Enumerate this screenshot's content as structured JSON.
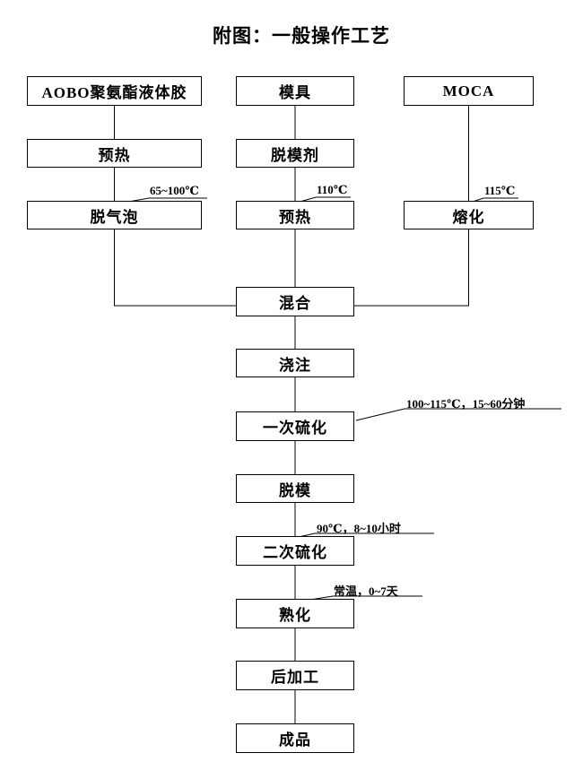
{
  "title": "附图：一般操作工艺",
  "nodes": {
    "aobo": "AOBO聚氨酯液体胶",
    "preheat_left": "预热",
    "degas": "脱气泡",
    "mold": "模具",
    "release_agent": "脱模剂",
    "preheat_mid": "预热",
    "moca": "MOCA",
    "melt": "熔化",
    "mix": "混合",
    "pour": "浇注",
    "first_cure": "一次硫化",
    "demold": "脱模",
    "second_cure": "二次硫化",
    "aging": "熟化",
    "post_process": "后加工",
    "finished": "成品"
  },
  "annotations": {
    "degas_temp": "65~100℃",
    "preheat_mid_temp": "110℃",
    "melt_temp": "115℃",
    "first_cure_cond": "100~115℃，15~60分钟",
    "second_cure_cond": "90℃，8~10小时",
    "aging_cond": "常温，0~7天"
  }
}
